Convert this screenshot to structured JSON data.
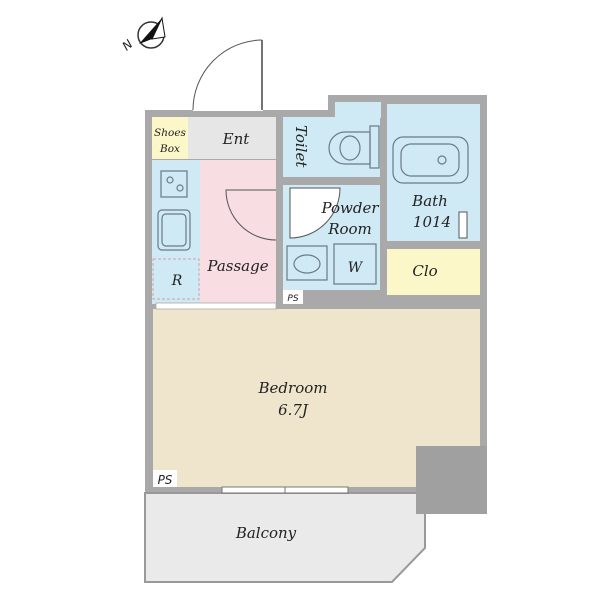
{
  "compass": {
    "north_label": "N"
  },
  "rooms": {
    "shoes_box": {
      "line1": "Shoes",
      "line2": "Box"
    },
    "entrance": "Ent",
    "toilet": "Toilet",
    "powder_room": {
      "line1": "Powder",
      "line2": "Room"
    },
    "bath": {
      "line1": "Bath",
      "line2": "1014"
    },
    "passage": "Passage",
    "refrigerator": "R",
    "washer": "W",
    "closet": "Clo",
    "bedroom": {
      "line1": "Bedroom",
      "line2": "6.7J"
    },
    "balcony": "Balcony",
    "pipe_space_1": "PS",
    "pipe_space_2": "PS"
  },
  "colors": {
    "wet_area": "#cfe9f5",
    "passage": "#f8dde3",
    "bedroom": "#efe5cd",
    "closet": "#fbf7c8",
    "entrance": "#e6e6e6",
    "balcony": "#eaeaea",
    "wall": "#a9a9a9",
    "column": "#a0a0a0"
  }
}
